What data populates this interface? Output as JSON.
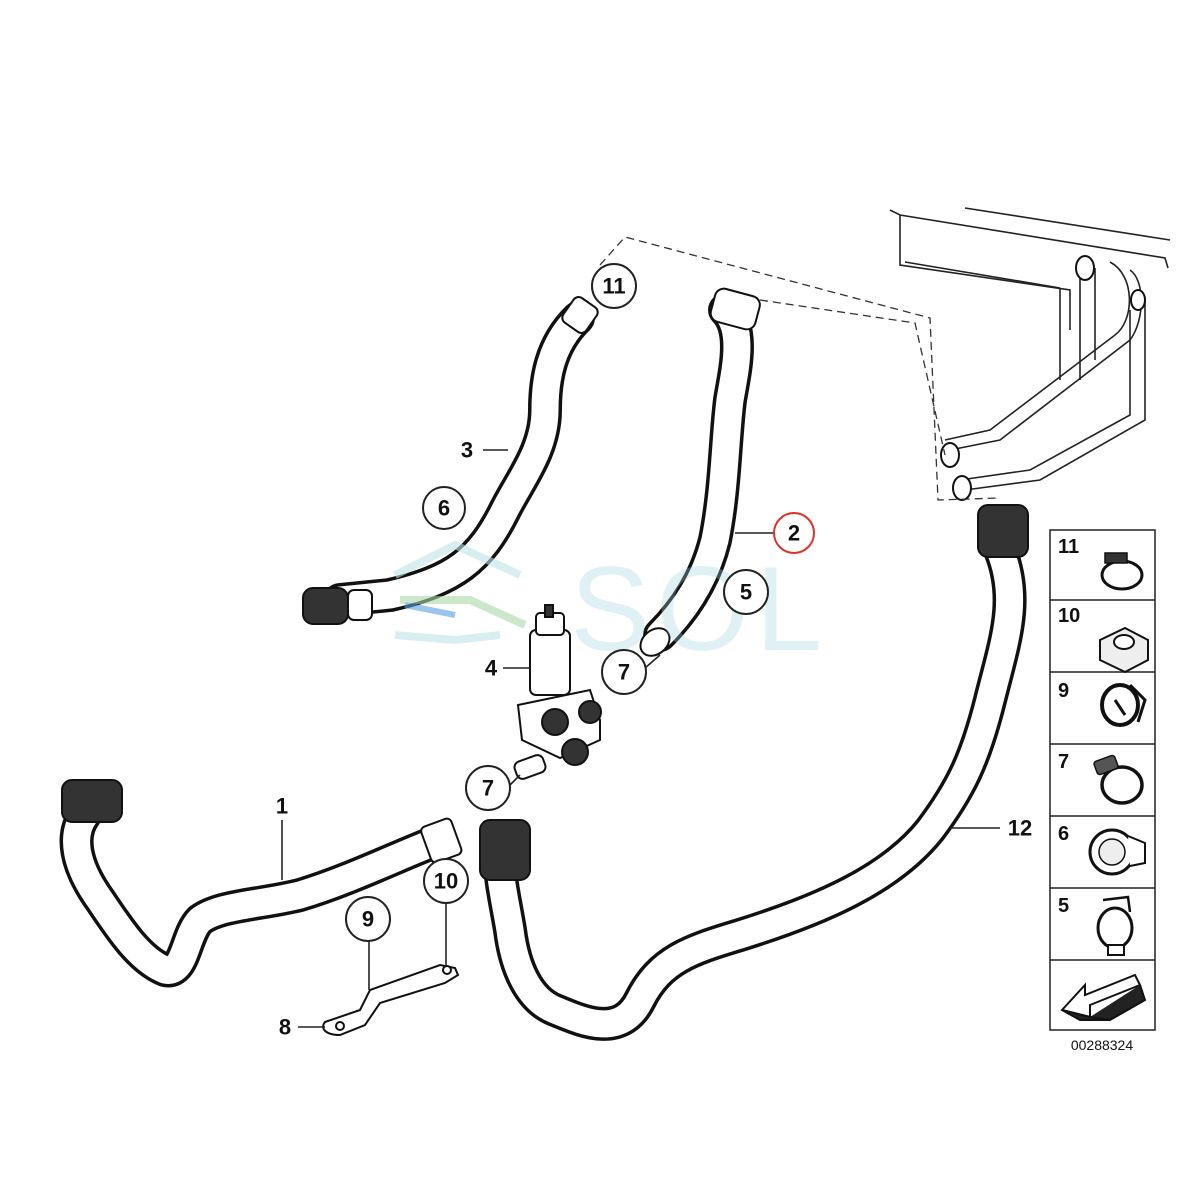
{
  "callouts": {
    "c11_top": "11",
    "c6": "6",
    "c2": "2",
    "c5": "5",
    "c7_upper": "7",
    "c7_lower": "7",
    "c10": "10",
    "c9": "9"
  },
  "labels": {
    "l1": "1",
    "l3": "3",
    "l4": "4",
    "l8": "8",
    "l12": "12"
  },
  "legend": {
    "items": [
      "11",
      "10",
      "9",
      "7",
      "6",
      "5"
    ]
  },
  "reference_number": "00288324",
  "watermark": "SOL",
  "colors": {
    "highlight": "#e0302a",
    "watermark": "#9fd3dc"
  }
}
